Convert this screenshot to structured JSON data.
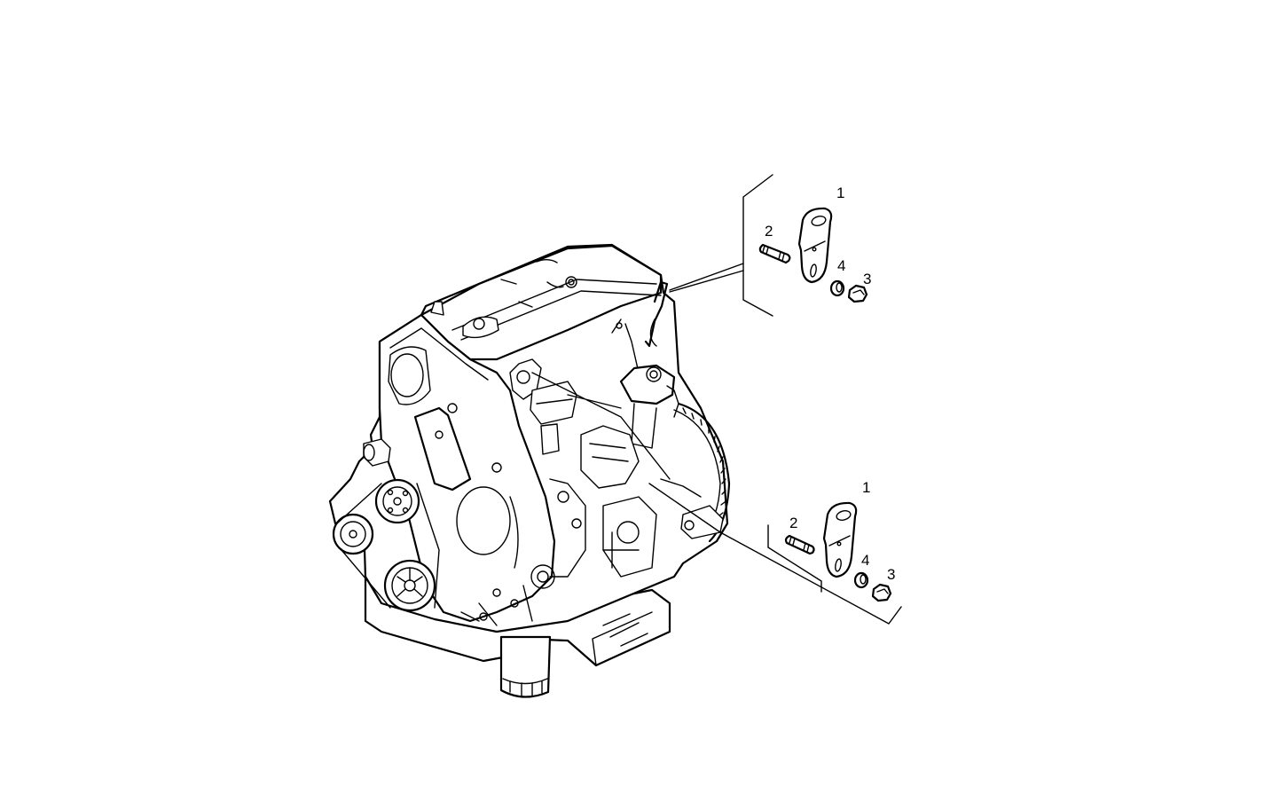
{
  "diagram": {
    "type": "exploded parts view",
    "subject": "engine assembly with lifting brackets",
    "background": "#ffffff",
    "line_color": "#000000"
  },
  "groups": [
    {
      "id": "upper",
      "callouts": [
        {
          "number": "1",
          "part": "bracket"
        },
        {
          "number": "2",
          "part": "stud"
        },
        {
          "number": "4",
          "part": "washer"
        },
        {
          "number": "3",
          "part": "nut"
        }
      ]
    },
    {
      "id": "lower",
      "callouts": [
        {
          "number": "1",
          "part": "bracket"
        },
        {
          "number": "2",
          "part": "stud"
        },
        {
          "number": "4",
          "part": "washer"
        },
        {
          "number": "3",
          "part": "nut"
        }
      ]
    }
  ]
}
